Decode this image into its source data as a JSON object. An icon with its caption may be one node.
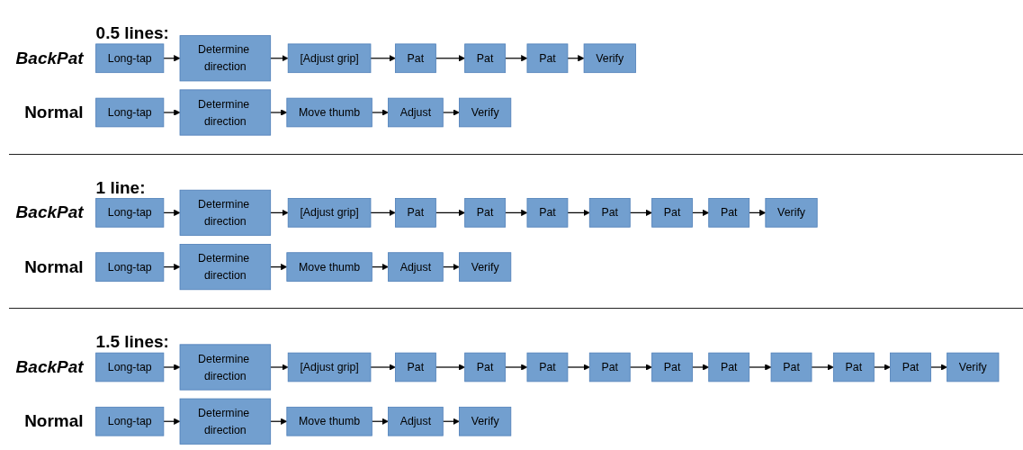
{
  "diagram": {
    "nodes": [
      {
        "text": [
          "Long-tap"
        ]
      },
      {
        "text": [
          "Determine direction"
        ]
      },
      {
        "text": [
          "[Adjust grip]"
        ]
      },
      {
        "text": [
          "Pat"
        ]
      },
      {
        "text": [
          "Pat"
        ]
      },
      {
        "text": [
          "Pat"
        ]
      },
      {
        "text": [
          "Verify"
        ]
      },
      {
        "text": [
          "Long-tap"
        ]
      },
      {
        "text": [
          "Determine direction"
        ]
      },
      {
        "text": [
          "Move thumb"
        ]
      },
      {
        "text": [
          "Adjust"
        ]
      },
      {
        "text": [
          "Verify"
        ]
      },
      {
        "text": [
          "Long-tap"
        ]
      },
      {
        "text": [
          "Determine direction"
        ]
      },
      {
        "text": [
          "[Adjust grip]"
        ]
      },
      {
        "text": [
          "Pat"
        ]
      },
      {
        "text": [
          "Pat"
        ]
      },
      {
        "text": [
          "Pat"
        ]
      },
      {
        "text": [
          "Pat"
        ]
      },
      {
        "text": [
          "Pat"
        ]
      },
      {
        "text": [
          "Pat"
        ]
      },
      {
        "text": [
          "Verify"
        ]
      },
      {
        "text": [
          "Long-tap"
        ]
      },
      {
        "text": [
          "Determine direction"
        ]
      },
      {
        "text": [
          "Move thumb"
        ]
      },
      {
        "text": [
          "Adjust"
        ]
      },
      {
        "text": [
          "Verify"
        ]
      },
      {
        "text": [
          "Long-tap"
        ]
      },
      {
        "text": [
          "Determine direction"
        ]
      },
      {
        "text": [
          "[Adjust grip]"
        ]
      },
      {
        "text": [
          "Pat"
        ]
      },
      {
        "text": [
          "Pat"
        ]
      },
      {
        "text": [
          "Pat"
        ]
      },
      {
        "text": [
          "Pat"
        ]
      },
      {
        "text": [
          "Pat"
        ]
      },
      {
        "text": [
          "Pat"
        ]
      },
      {
        "text": [
          "Pat"
        ]
      },
      {
        "text": [
          "Pat"
        ]
      },
      {
        "text": [
          "Pat"
        ]
      },
      {
        "text": [
          "Verify"
        ]
      },
      {
        "text": [
          "Long-tap"
        ]
      },
      {
        "text": [
          "Determine direction"
        ]
      },
      {
        "text": [
          "Move thumb"
        ]
      },
      {
        "text": [
          "Adjust"
        ]
      },
      {
        "text": [
          "Verify"
        ]
      }
    ],
    "edges": [
      {
        "from": 0,
        "to": 1,
        "arrow": "to"
      },
      {
        "from": 1,
        "to": 2,
        "arrow": "to"
      },
      {
        "from": 2,
        "to": 3,
        "arrow": "to"
      },
      {
        "from": 3,
        "to": 4,
        "arrow": "to"
      },
      {
        "from": 4,
        "to": 5,
        "arrow": "to"
      },
      {
        "from": 5,
        "to": 6,
        "arrow": "to"
      },
      {
        "from": 7,
        "to": 8,
        "arrow": "to"
      },
      {
        "from": 8,
        "to": 9,
        "arrow": "to"
      },
      {
        "from": 9,
        "to": 10,
        "arrow": "to"
      },
      {
        "from": 10,
        "to": 11,
        "arrow": "to"
      },
      {
        "from": 12,
        "to": 13,
        "arrow": "to"
      },
      {
        "from": 13,
        "to": 14,
        "arrow": "to"
      },
      {
        "from": 14,
        "to": 15,
        "arrow": "to"
      },
      {
        "from": 15,
        "to": 16,
        "arrow": "to"
      },
      {
        "from": 16,
        "to": 17,
        "arrow": "to"
      },
      {
        "from": 17,
        "to": 18,
        "arrow": "to"
      },
      {
        "from": 18,
        "to": 19,
        "arrow": "to"
      },
      {
        "from": 19,
        "to": 20,
        "arrow": "to"
      },
      {
        "from": 20,
        "to": 21,
        "arrow": "to"
      },
      {
        "from": 22,
        "to": 23,
        "arrow": "to"
      },
      {
        "from": 23,
        "to": 24,
        "arrow": "to"
      },
      {
        "from": 24,
        "to": 25,
        "arrow": "to"
      },
      {
        "from": 25,
        "to": 26,
        "arrow": "to"
      },
      {
        "from": 27,
        "to": 28,
        "arrow": "to"
      },
      {
        "from": 28,
        "to": 29,
        "arrow": "to"
      },
      {
        "from": 29,
        "to": 30,
        "arrow": "to"
      },
      {
        "from": 30,
        "to": 31,
        "arrow": "to"
      },
      {
        "from": 31,
        "to": 32,
        "arrow": "to"
      },
      {
        "from": 32,
        "to": 33,
        "arrow": "to"
      },
      {
        "from": 33,
        "to": 34,
        "arrow": "to"
      },
      {
        "from": 34,
        "to": 35,
        "arrow": "to"
      },
      {
        "from": 35,
        "to": 36,
        "arrow": "to"
      },
      {
        "from": 36,
        "to": 37,
        "arrow": "to"
      },
      {
        "from": 37,
        "to": 38,
        "arrow": "to"
      },
      {
        "from": 38,
        "to": 39,
        "arrow": "to"
      },
      {
        "from": 40,
        "to": 41,
        "arrow": "to"
      },
      {
        "from": 41,
        "to": 42,
        "arrow": "to"
      },
      {
        "from": 42,
        "to": 43,
        "arrow": "to"
      },
      {
        "from": 43,
        "to": 44,
        "arrow": "to"
      }
    ],
    "labels": [
      "0.5 lines:",
      "BackPat",
      "Normal",
      "1 line:",
      "BackPat",
      "Normal",
      "1.5 lines:",
      "BackPat",
      "Normal"
    ]
  }
}
